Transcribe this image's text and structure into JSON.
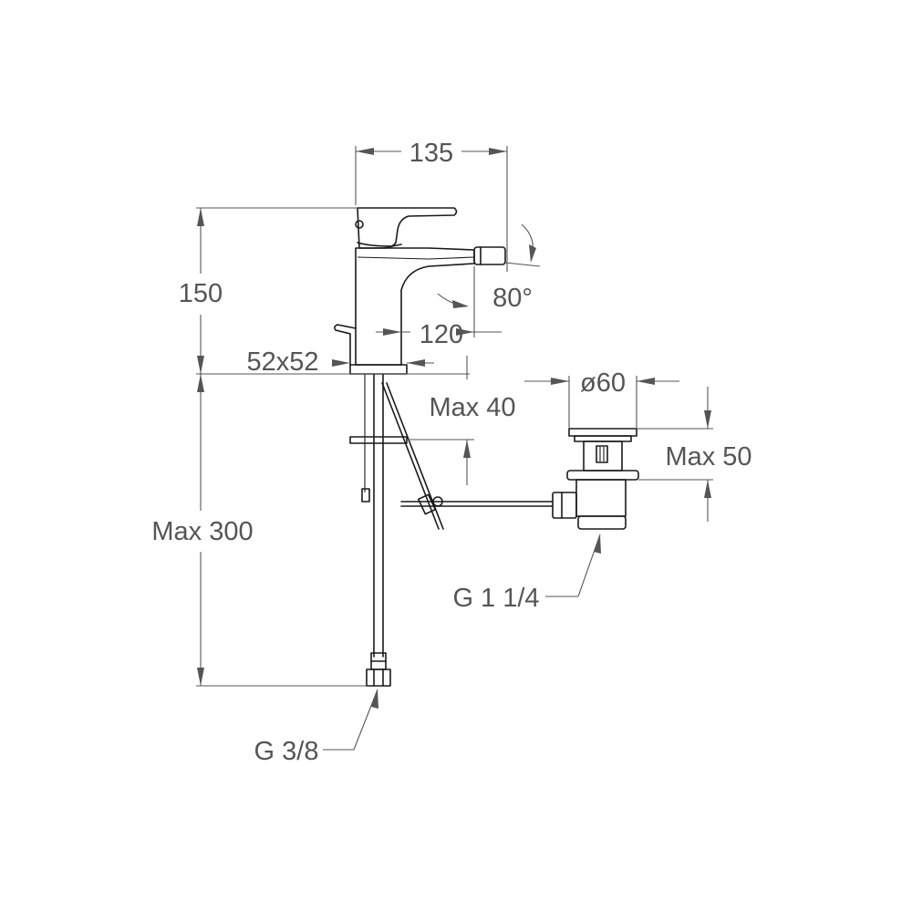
{
  "dimensions": {
    "width_135": "135",
    "height_150": "150",
    "angle_80": "80°",
    "reach_120": "120",
    "base_52x52": "52x52",
    "max_40": "Max 40",
    "diameter_60": "ø60",
    "max_50": "Max 50",
    "max_300": "Max 300",
    "thread_waste": "G 1 1/4",
    "thread_supply": "G 3/8"
  },
  "colors": {
    "line": "#1a1a1a",
    "dimension": "#555555",
    "background": "#ffffff"
  }
}
